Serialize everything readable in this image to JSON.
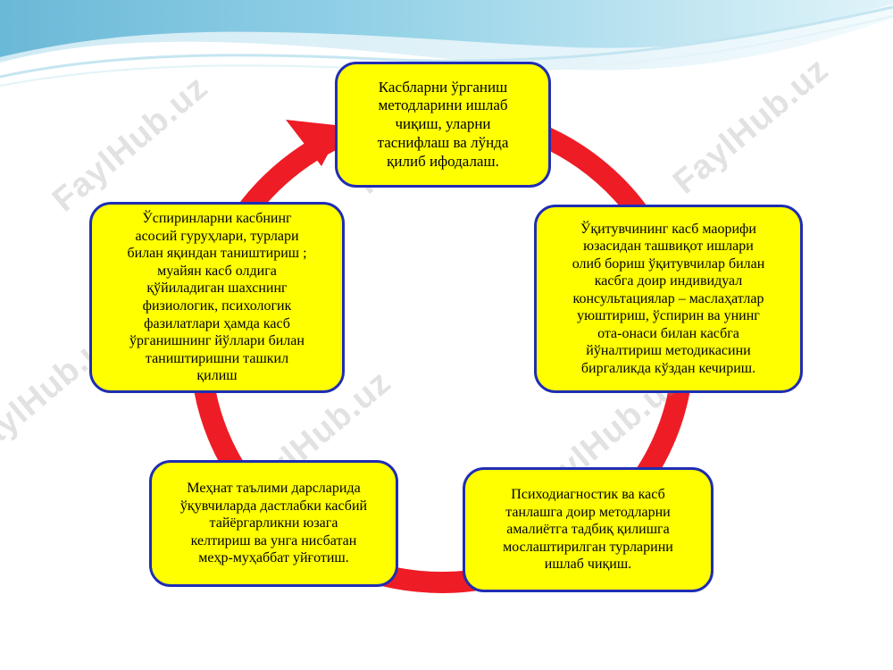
{
  "cycle": {
    "steps": [
      "Касбларни ўрганиш\nметодларини ишлаб\nчиқиш, уларни\nтаснифлаш ва лўнда\nқилиб ифодалаш.",
      "Ўқитувчининг касб маорифи\nюзасидан ташвиқот ишлари\nолиб бориш ўқитувчилар билан\nкасбга доир индивидуал\nконсультациялар – маслаҳатлар\nуюштириш, ўспирин ва унинг\nота-онаси билан касбга\nйўналтириш методикасини\nбиргаликда кўздан кечириш.",
      "Психодиагностик ва касб\nтанлашга доир методларни\nамалиётга тадбиқ қилишга\nмослаштирилган турларини\nишлаб чиқиш.",
      "Меҳнат таълими дарсларида\nўқувчиларда дастлабки касбий\nтайёргарликни юзага\nкелтириш ва унга нисбатан\nмеҳр-муҳаббат уйғотиш.",
      "Ўспиринларни касбнинг\nасосий гуруҳлари, турлари\nбилан яқиндан таништириш ;\nмуайян касб олдига\nқўйиладиган шахснинг\nфизиологик, психологик\nфазилатлари ҳамда касб\nўрганишнинг йўллари билан\nтаништиришни ташкил\nқилиш"
    ]
  },
  "watermark": "FaylHub.uz",
  "colors": {
    "box_fill": "#ffff00",
    "box_border": "#1f2db3",
    "arrow": "#ee1c25",
    "wave_light": "#d6eef6",
    "wave_dark": "#62b7d6"
  }
}
